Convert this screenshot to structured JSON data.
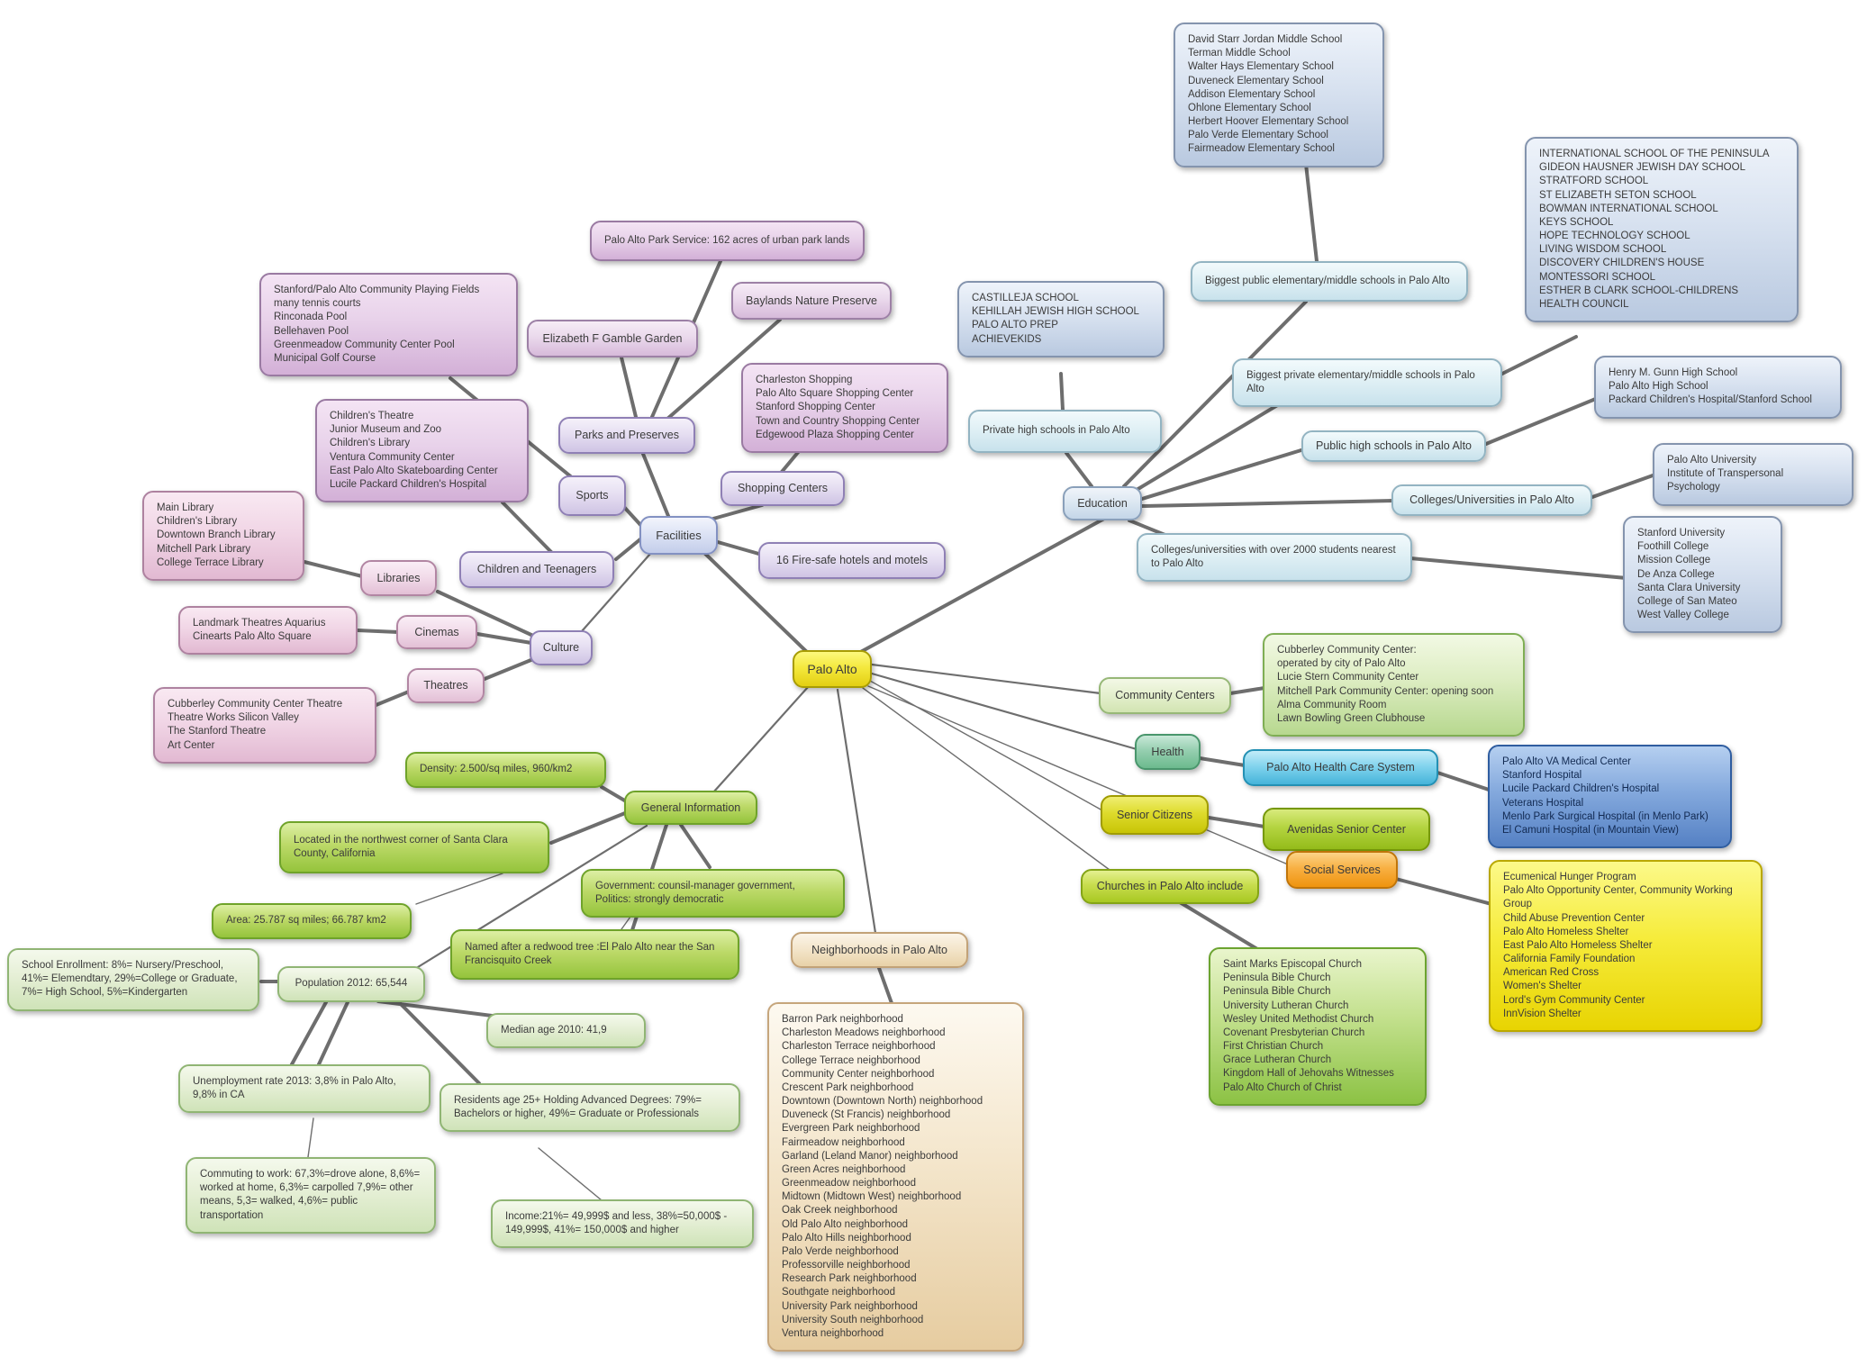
{
  "palette": {
    "center_yellow": "#f2e235",
    "facility_lavender": "#d8cdea",
    "education_blue": "#cfdded",
    "category_cyan": "#d9ecf2",
    "parks_plum": "#dfc3e1",
    "culture_pink": "#f0cfe3",
    "fact_green": "#a6cc3e",
    "stat_pale_green": "#dcead0",
    "health_teal": "#79c19c",
    "care_blue": "#59c2e4",
    "hospital_blue": "#6f9bd6",
    "senior_yellow": "#d6d312",
    "avenidas_green": "#a8ca33",
    "social_orange": "#f6a623",
    "services_yellow": "#f2e71c",
    "churches_green": "#a3cc4e",
    "neighborhood_tan": "#efd9b8",
    "line_gray": "#6e6e6e"
  },
  "center": {
    "label": "Palo Alto"
  },
  "facilities": {
    "label": "Facilities",
    "parks_label": "Parks and Preserves",
    "park_service": "Palo Alto Park Service: 162 acres of urban park lands",
    "playing_fields": "Stanford/Palo Alto Community Playing Fields\nmany tennis courts\nRinconada Pool\nBellehaven Pool\nGreenmeadow Community Center Pool\nMunicipal Golf Course",
    "gamble_garden": "Elizabeth F Gamble Garden",
    "baylands": "Baylands Nature Preserve",
    "sports_label": "Sports",
    "shopping_label": "Shopping Centers",
    "shopping_list": "Charleston Shopping\nPalo Alto Square Shopping Center\nStanford Shopping Center\nTown and Country Shopping Center\nEdgewood Plaza Shopping Center",
    "children_label": "Children and Teenagers",
    "children_list": "Children's Theatre\nJunior Museum and Zoo\nChildren's Library\nVentura Community Center\nEast Palo Alto Skateboarding Center\nLucile Packard Children's Hospital",
    "hotels": "16 Fire-safe hotels and motels"
  },
  "culture": {
    "label": "Culture",
    "libraries_label": "Libraries",
    "libraries_list": "Main Library\nChildren's Library\nDowntown Branch Library\nMitchell Park Library\nCollege Terrace Library",
    "cinemas_label": "Cinemas",
    "cinemas_list": "Landmark Theatres Aquarius\nCinearts Palo Alto Square",
    "theatres_label": "Theatres",
    "theatres_list": "Cubberley Community Center Theatre\nTheatre Works Silicon Valley\nThe Stanford Theatre\nArt Center"
  },
  "education": {
    "label": "Education",
    "big_public_label": "Biggest public elementary/middle schools in Palo Alto",
    "big_public_list": "David Starr Jordan Middle School\nTerman Middle School\nWalter Hays Elementary School\nDuveneck Elementary School\nAddison Elementary School\nOhlone Elementary School\nHerbert Hoover Elementary School\nPalo Verde Elementary School\nFairmeadow Elementary School",
    "big_private_label": "Biggest private elementary/middle schools in Palo Alto",
    "big_private_list": "INTERNATIONAL SCHOOL OF THE PENINSULA\nGIDEON HAUSNER JEWISH DAY SCHOOL\nSTRATFORD SCHOOL\nST ELIZABETH SETON SCHOOL\nBOWMAN INTERNATIONAL SCHOOL\nKEYS SCHOOL\nHOPE TECHNOLOGY SCHOOL\nLIVING WISDOM SCHOOL\nDISCOVERY CHILDREN'S HOUSE\nMONTESSORI SCHOOL\nESTHER B CLARK SCHOOL-CHILDRENS\nHEALTH COUNCIL",
    "private_high_label": "Private high schools in Palo Alto",
    "private_high_list": "CASTILLEJA SCHOOL\nKEHILLAH JEWISH HIGH SCHOOL\nPALO ALTO PREP\nACHIEVEKIDS",
    "public_high_label": "Public high schools in Palo Alto",
    "public_high_list": "Henry M. Gunn High School\nPalo Alto High School\nPackard Children's Hospital/Stanford School",
    "colleges_label": "Colleges/Universities in Palo Alto",
    "colleges_list": "Palo Alto University\nInstitute of Transpersonal Psychology",
    "colleges_2000_label": "Colleges/universities with over 2000 students nearest to Palo Alto",
    "colleges_2000_list": "Stanford University\nFoothill College\nMission College\nDe Anza College\nSanta Clara University\nCollege of San Mateo\nWest Valley College"
  },
  "community": {
    "label": "Community Centers",
    "list": "Cubberley Community Center:\noperated by city of Palo Alto\nLucie Stern Community Center\nMitchell Park Community Center: opening soon\nAlma Community Room\nLawn Bowling Green Clubhouse"
  },
  "health": {
    "label": "Health",
    "system": "Palo Alto Health Care System",
    "hospitals": "Palo Alto VA Medical Center\nStanford Hospital\nLucile Packard Children's Hospital\nVeterans Hospital\nMenlo Park Surgical Hospital (in Menlo Park)\nEl Camuni Hospital (in Mountain View)"
  },
  "seniors": {
    "label": "Senior Citizens",
    "center": "Avenidas Senior Center"
  },
  "social": {
    "label": "Social Services",
    "list": "Ecumenical Hunger Program\nPalo Alto Opportunity Center, Community Working Group\nChild Abuse Prevention Center\nPalo Alto Homeless Shelter\nEast Palo Alto Homeless Shelter\nCalifornia Family Foundation\nAmerican Red Cross\nWomen's Shelter\nLord's Gym Community Center\nInnVision Shelter"
  },
  "churches": {
    "label": "Churches in Palo Alto include",
    "list": "Saint Marks Episcopal Church\nPeninsula Bible Church\nPeninsula Bible Church\nUniversity Lutheran Church\nWesley United Methodist Church\nCovenant Presbyterian Church\nFirst Christian Church\nGrace Lutheran Church\nKingdom Hall of Jehovahs Witnesses\nPalo Alto Church of Christ"
  },
  "general": {
    "label": "General Information",
    "density": "Density: 2.500/sq miles, 960/km2",
    "located": "Located in the northwest corner of Santa Clara County, California",
    "government": "Government: counsil-manager government, Politics: strongly democratic",
    "area": "Area: 25.787 sq miles; 66.787 km2",
    "named": "Named after a redwood tree :El Palo Alto near the San Francisquito Creek",
    "population": "Population 2012: 65,544",
    "school_enrollment": "School Enrollment: 8%= Nursery/Preschool, 41%= Elemendtary, 29%=College or Graduate, 7%= High School, 5%=Kindergarten",
    "median_age": "Median age 2010: 41,9",
    "unemployment": "Unemployment rate 2013: 3,8% in Palo Alto, 9,8% in CA",
    "residents": "Residents age 25+ Holding Advanced Degrees: 79%= Bachelors or higher, 49%= Graduate or Professionals",
    "commuting": "Commuting to work: 67,3%=drove alone, 8,6%= worked at home, 6,3%= carpolled 7,9%= other means, 5,3= walked, 4,6%= public transportation",
    "income": "Income:21%= 49,999$ and less, 38%=50,000$ - 149,999$, 41%= 150,000$ and higher"
  },
  "neighborhoods": {
    "label": "Neighborhoods in Palo Alto",
    "list": "Barron Park neighborhood\nCharleston Meadows neighborhood\nCharleston Terrace neighborhood\nCollege Terrace neighborhood\nCommunity Center neighborhood\nCrescent Park neighborhood\nDowntown (Downtown North) neighborhood\nDuveneck (St Francis) neighborhood\nEvergreen Park neighborhood\nFairmeadow neighborhood\nGarland (Leland Manor) neighborhood\nGreen Acres neighborhood\nGreenmeadow neighborhood\nMidtown (Midtown West) neighborhood\nOak Creek neighborhood\nOld Palo Alto neighborhood\nPalo Alto Hills neighborhood\nPalo Verde neighborhood\nProfessorville neighborhood\nResearch Park neighborhood\nSouthgate neighborhood\nUniversity Park neighborhood\nUniversity South neighborhood\nVentura neighborhood"
  }
}
